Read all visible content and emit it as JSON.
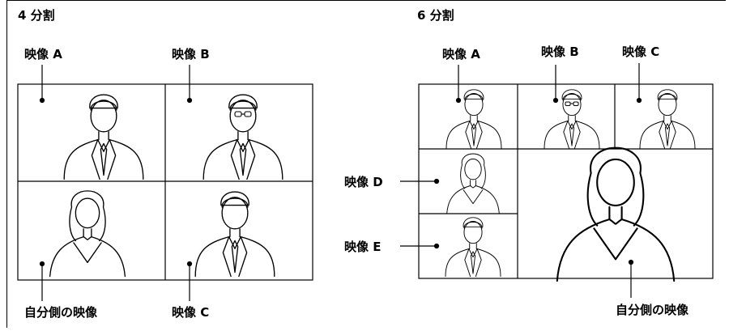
{
  "left": {
    "title": "4 分割",
    "labels": {
      "a": "映像 A",
      "b": "映像 B",
      "self": "自分側の映像",
      "c": "映像 C"
    }
  },
  "right": {
    "title": "6 分割",
    "labels": {
      "a": "映像 A",
      "b": "映像 B",
      "c": "映像 C",
      "d": "映像 D",
      "e": "映像 E",
      "self": "自分側の映像"
    }
  }
}
